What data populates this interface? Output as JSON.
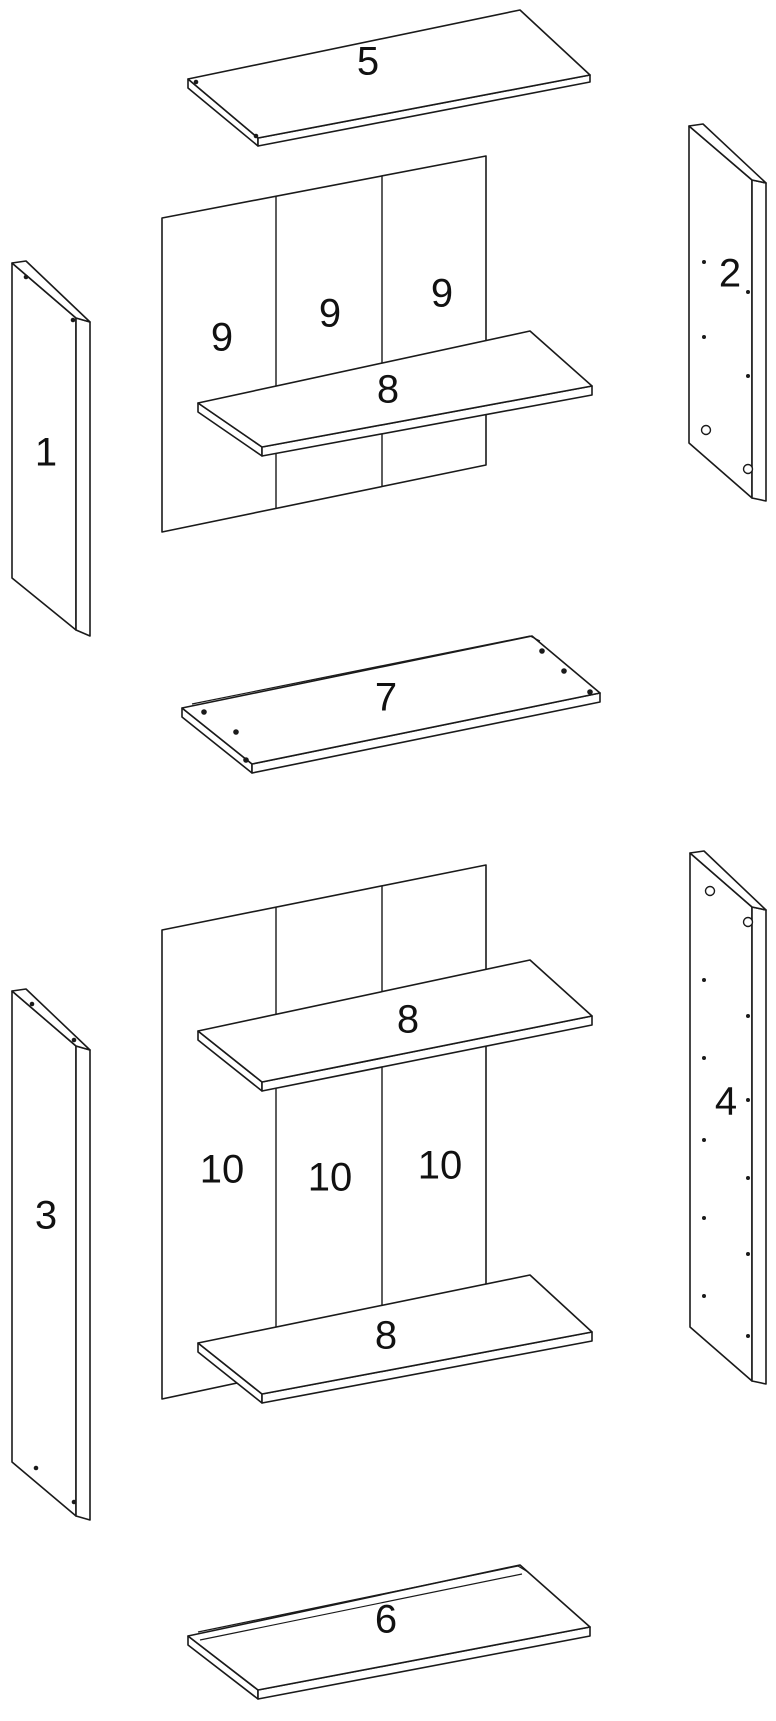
{
  "diagram": {
    "type": "exploded-assembly",
    "stroke_color": "#1a1a1a",
    "background_color": "#ffffff",
    "labels": {
      "part_1": "1",
      "part_2": "2",
      "part_3": "3",
      "part_4": "4",
      "part_5": "5",
      "part_6": "6",
      "part_7": "7",
      "shelf_upper": "8",
      "shelf_lower_top": "8",
      "shelf_lower_bottom": "8",
      "back_upper_left": "9",
      "back_upper_mid": "9",
      "back_upper_right": "9",
      "back_lower_left": "10",
      "back_lower_mid": "10",
      "back_lower_right": "10"
    }
  }
}
